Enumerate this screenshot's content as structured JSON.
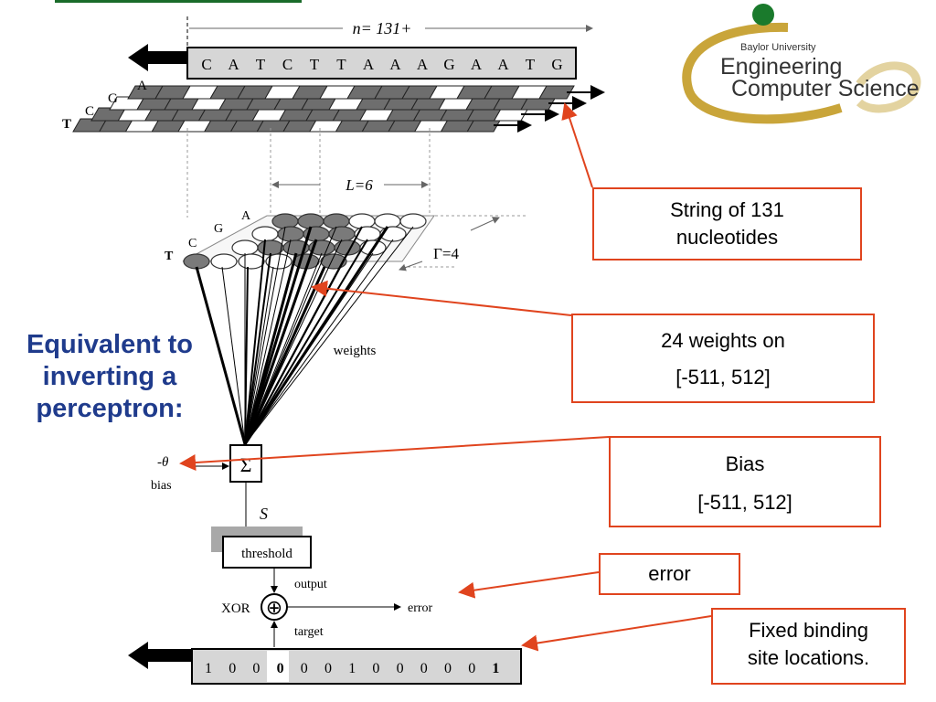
{
  "header": {
    "n_label": "n= 131+",
    "top_sequence": [
      "C",
      "A",
      "T",
      "C",
      "T",
      "T",
      "A",
      "A",
      "A",
      "G",
      "A",
      "A",
      "T",
      "G"
    ],
    "nucleotides": [
      "T",
      "C",
      "G",
      "A"
    ]
  },
  "matrix": {
    "l_label": "L=6",
    "gamma_label": "Γ=4",
    "weights_label": "weights"
  },
  "perceptron": {
    "theta_label": "-θ",
    "bias_label": "bias",
    "sum_symbol": "Σ",
    "s_label": "S",
    "threshold_label": "threshold",
    "output_label": "output",
    "xor_label": "XOR",
    "xor_symbol": "⊕",
    "error_label": "error",
    "target_label": "target"
  },
  "bottom_sequence": [
    "1",
    "0",
    "0",
    "0",
    "0",
    "0",
    "1",
    "0",
    "0",
    "0",
    "0",
    "0",
    "1"
  ],
  "left_caption": [
    "Equivalent to",
    "inverting a",
    "perceptron:"
  ],
  "callouts": {
    "string": [
      "String of 131",
      "nucleotides"
    ],
    "weights": [
      "24 weights on",
      "[-511, 512]"
    ],
    "bias": [
      "Bias",
      "[-511, 512]"
    ],
    "error": [
      "error"
    ],
    "fixed": [
      "Fixed binding",
      "site locations."
    ]
  },
  "logo": {
    "small": "Baylor University",
    "line1": "Engineering",
    "line2": "Computer Science"
  },
  "colors": {
    "accent_red": "#e0441e",
    "caption_blue": "#1f3b8c",
    "logo_green": "#1a7a2c",
    "logo_gold": "#c9a53a"
  }
}
